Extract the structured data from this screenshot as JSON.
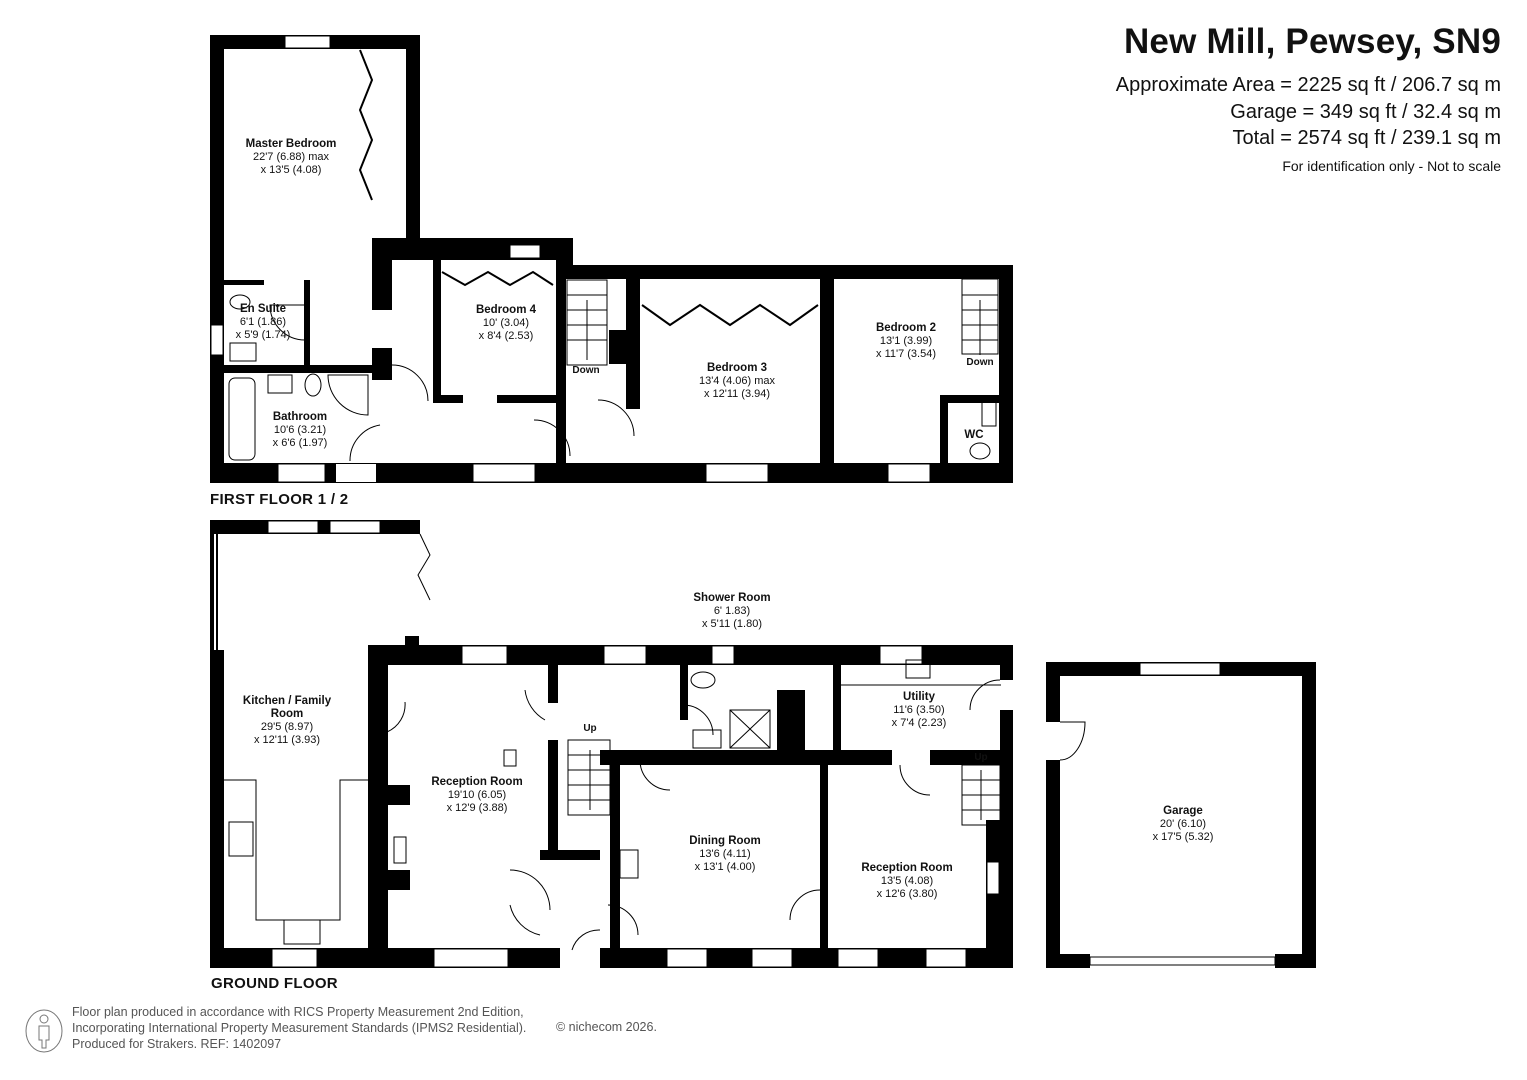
{
  "header": {
    "title": "New Mill, Pewsey, SN9",
    "area_lines": [
      "Approximate Area = 2225 sq ft / 206.7 sq m",
      "Garage = 349 sq ft / 32.4 sq m",
      "Total = 2574 sq ft / 239.1 sq m"
    ],
    "note": "For identification only - Not to scale"
  },
  "floors": {
    "first": "FIRST FLOOR 1 / 2",
    "ground": "GROUND FLOOR"
  },
  "rooms": [
    {
      "name": "Master Bedroom",
      "dims": [
        "22'7 (6.88) max",
        "x 13'5 (4.08)"
      ]
    },
    {
      "name": "En Suite",
      "dims": [
        "6'1 (1.86)",
        "x 5'9 (1.74)"
      ]
    },
    {
      "name": "Bedroom 4",
      "dims": [
        "10' (3.04)",
        "x 8'4 (2.53)"
      ]
    },
    {
      "name": "Bathroom",
      "dims": [
        "10'6 (3.21)",
        "x 6'6 (1.97)"
      ]
    },
    {
      "name": "Bedroom 3",
      "dims": [
        "13'4 (4.06)  max",
        "x 12'11 (3.94)"
      ]
    },
    {
      "name": "Bedroom 2",
      "dims": [
        "13'1 (3.99)",
        "x 11'7 (3.54)"
      ]
    },
    {
      "name": "WC",
      "dims": []
    },
    {
      "name": "Shower Room",
      "dims": [
        "6' 1.83)",
        "x 5'11 (1.80)"
      ]
    },
    {
      "name": "Kitchen / Family Room",
      "dims": [
        "29'5 (8.97)",
        "x 12'11 (3.93)"
      ]
    },
    {
      "name": "Reception Room",
      "dims": [
        "19'10 (6.05)",
        "x 12'9 (3.88)"
      ]
    },
    {
      "name": "Utility",
      "dims": [
        "11'6 (3.50)",
        "x 7'4 (2.23)"
      ]
    },
    {
      "name": "Dining Room",
      "dims": [
        "13'6 (4.11)",
        "x 13'1 (4.00)"
      ]
    },
    {
      "name": "Reception Room",
      "dims": [
        "13'5 (4.08)",
        "x 12'6 (3.80)"
      ]
    },
    {
      "name": "Garage",
      "dims": [
        "20' (6.10)",
        "x 17'5 (5.32)"
      ]
    }
  ],
  "stairs": [
    "Down",
    "Down",
    "Up",
    "Up"
  ],
  "footer": {
    "lines": [
      "Floor plan produced in accordance with RICS Property Measurement 2nd Edition,",
      "Incorporating International Property Measurement Standards (IPMS2 Residential).",
      "Produced for Strakers.   REF: 1402097"
    ],
    "copyright": "© nichecom 2026."
  },
  "colors": {
    "wall": "#000000",
    "text": "#111111",
    "footer_text": "#555555"
  },
  "icons": [
    "person-logo-icon",
    "window-icon",
    "door-swing-icon",
    "staircase-icon",
    "toilet-icon",
    "basin-icon",
    "shower-icon",
    "bath-icon",
    "hob-icon",
    "sink-icon"
  ]
}
